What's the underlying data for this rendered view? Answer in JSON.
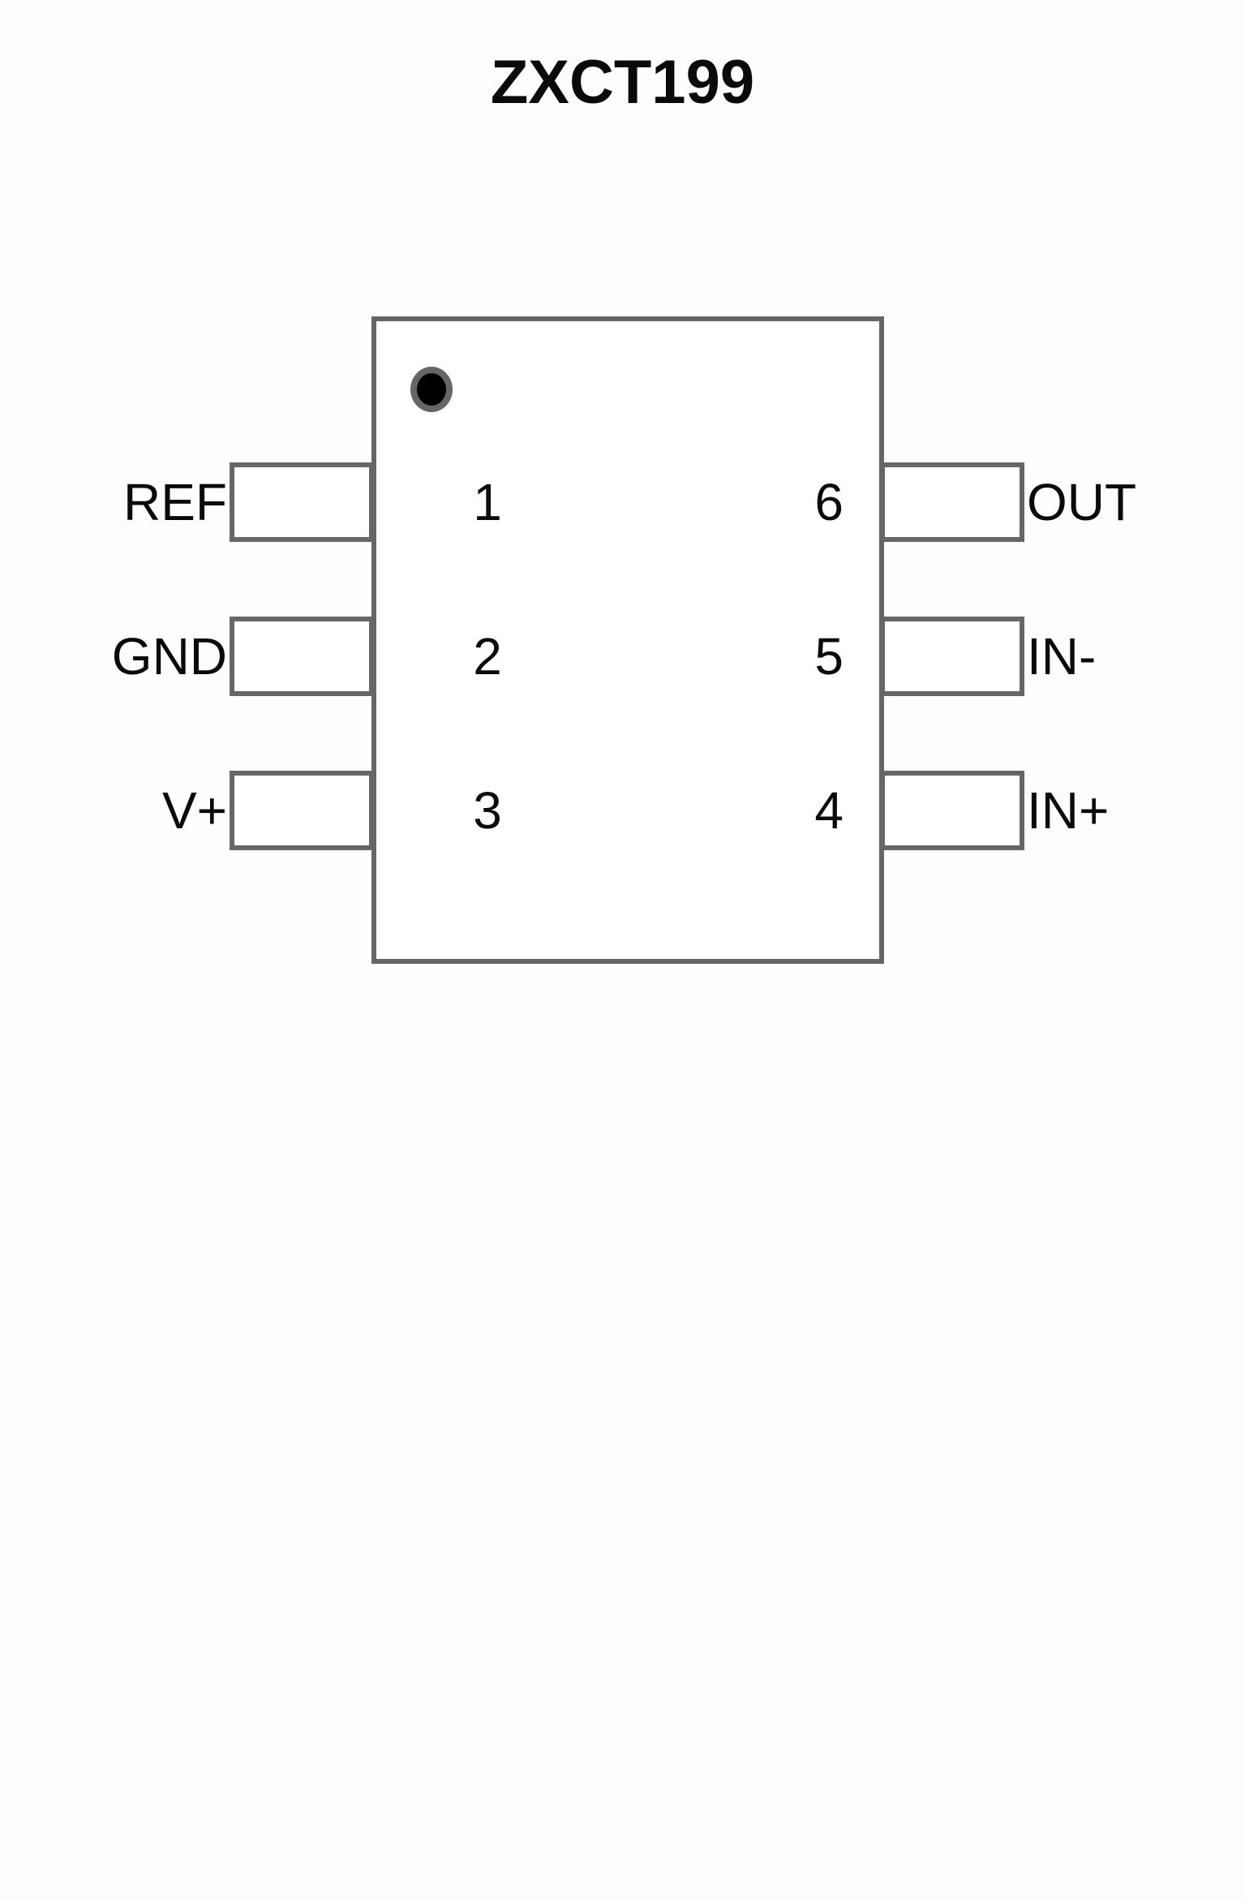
{
  "title": "ZXCT199",
  "package": {
    "pin1_marker": "pin1-dot",
    "body_color": "#ffffff",
    "outline_color": "#666666",
    "text_color": "#0a0a0a"
  },
  "pins": {
    "left": [
      {
        "number": "1",
        "label": "REF"
      },
      {
        "number": "2",
        "label": "GND"
      },
      {
        "number": "3",
        "label": "V+"
      }
    ],
    "right": [
      {
        "number": "6",
        "label": "OUT"
      },
      {
        "number": "5",
        "label": "IN-"
      },
      {
        "number": "4",
        "label": "IN+"
      }
    ]
  }
}
